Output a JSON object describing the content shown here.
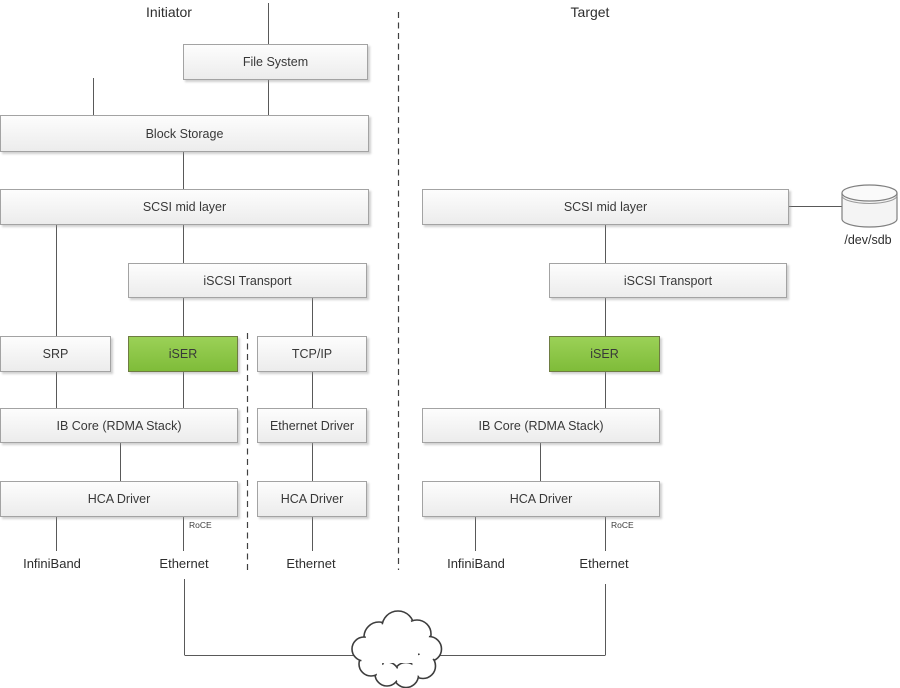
{
  "titles": {
    "initiator": "Initiator",
    "target": "Target"
  },
  "initiator": {
    "file_system": "File System",
    "block_storage": "Block Storage",
    "scsi_mid_layer": "SCSI mid layer",
    "iscsi_transport": "iSCSI Transport",
    "srp": "SRP",
    "iser": "iSER",
    "tcp_ip": "TCP/IP",
    "ib_core": "IB Core (RDMA Stack)",
    "ethernet_driver": "Ethernet Driver",
    "hca_driver_rdma": "HCA Driver",
    "hca_driver_eth": "HCA Driver",
    "roce": "RoCE",
    "port_infiniband": "InfiniBand",
    "port_ethernet_roce": "Ethernet",
    "port_ethernet_tcp": "Ethernet"
  },
  "target": {
    "scsi_mid_layer": "SCSI mid layer",
    "iscsi_transport": "iSCSI Transport",
    "iser": "iSER",
    "ib_core": "IB Core (RDMA Stack)",
    "hca_driver": "HCA Driver",
    "roce": "RoCE",
    "port_infiniband": "InfiniBand",
    "port_ethernet": "Ethernet",
    "disk_label": "/dev/sdb"
  },
  "colors": {
    "iser_highlight": "#8CC63F",
    "box_border": "#A3A3A3",
    "connector_line": "#595959",
    "separator_line": "#404040"
  }
}
